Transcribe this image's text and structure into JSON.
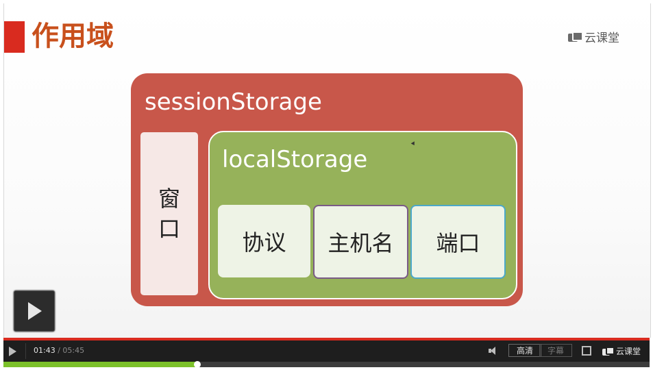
{
  "slide": {
    "title": "作用域",
    "brand": "云课堂",
    "session_label": "sessionStorage",
    "window_chars": [
      "窗",
      "口"
    ],
    "local_label": "localStorage",
    "cells": [
      "协议",
      "主机名",
      "端口"
    ]
  },
  "player": {
    "current_time": "01:43",
    "total_time": "/ 05:45",
    "hd_label": "高清",
    "subtitle_label": "字幕",
    "brand": "云课堂",
    "progress": 0.3
  }
}
